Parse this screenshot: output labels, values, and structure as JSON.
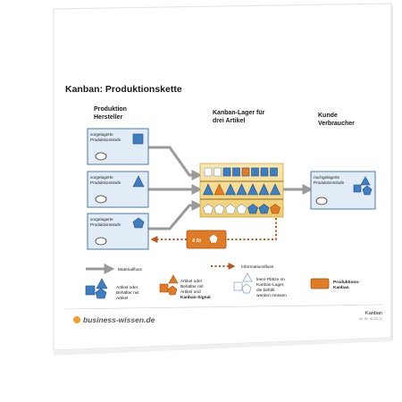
{
  "title": "Kanban: Produktionskette",
  "columns": {
    "producer": [
      "Produktion",
      "Hersteller"
    ],
    "warehouse": [
      "Kanban-Lager für",
      "drei Artikel"
    ],
    "customer": [
      "Kunde",
      "Verbraucher"
    ]
  },
  "stage_boxes": [
    {
      "line1": "vorgelagerte",
      "line2": "Produktionsstufe",
      "shape": "square"
    },
    {
      "line1": "vorgelagerte",
      "line2": "Produktionsstufe",
      "shape": "triangle"
    },
    {
      "line1": "vorgelagerte",
      "line2": "Produktionsstufe",
      "shape": "pentagon"
    }
  ],
  "customer_box": {
    "line1": "nachgelagerte",
    "line2": "Produktionsstufe"
  },
  "kanban_card": {
    "label": "4 St"
  },
  "legend": {
    "material_flow": "Materialfluss",
    "info_flow": "Informationsfluss",
    "items": [
      {
        "lines": [
          "Artikel oder",
          "Behälter mit",
          "Artikel"
        ]
      },
      {
        "lines": [
          "Artikel oder",
          "Behälter mit",
          "Artikel und",
          "Kanban-Signal"
        ]
      },
      {
        "lines": [
          "leere Plätze im",
          "Kanban-Lager,",
          "die befüllt",
          "werden müssen"
        ]
      },
      {
        "lines": [
          "Produktions-",
          "Kanban"
        ]
      }
    ]
  },
  "footer": {
    "brand": "business-wissen.de",
    "doc_title": "Kanban",
    "doc_code": "Art.-Nr.: 60 221 31"
  },
  "colors": {
    "blue": "#3f7fc1",
    "orange": "#e07b26",
    "box_fill": "#e2ecf7",
    "box_stroke": "#4a78aa",
    "shelf": "#f5d98a",
    "arrow_gray": "#9a9a9a",
    "dotted": "#c0561b"
  }
}
